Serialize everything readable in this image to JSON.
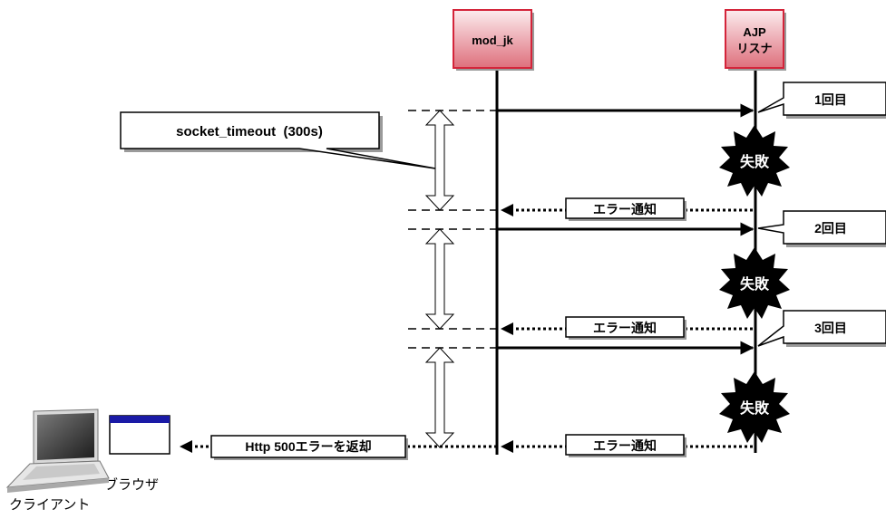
{
  "participants": {
    "modjk": "mod_jk",
    "ajp_line1": "AJP",
    "ajp_line2": "リスナ"
  },
  "timeout_callout": "socket_timeout  (300s)",
  "attempts": [
    "1回目",
    "2回目",
    "3回目"
  ],
  "failure_label": "失敗",
  "error_notice": "エラー通知",
  "final_response": "Http 500エラーを返却",
  "client_label": "クライアント",
  "browser_label": "ブラウザ",
  "colors": {
    "participant_fill_top": "#fbe4e6",
    "participant_fill_bottom": "#e07a85",
    "browser_bar": "#1a1aa6",
    "line": "#000000"
  }
}
